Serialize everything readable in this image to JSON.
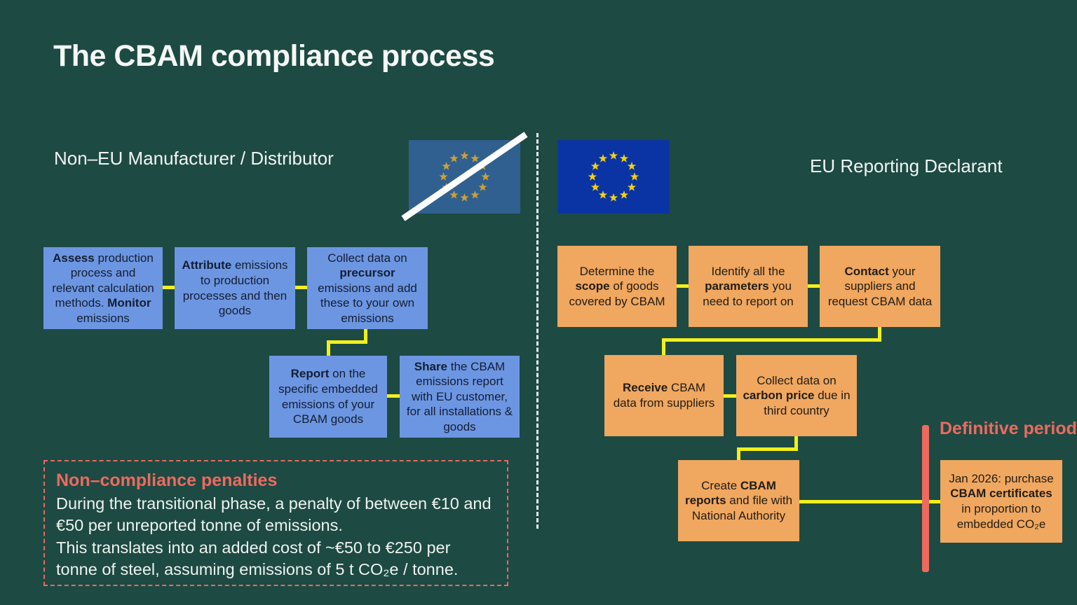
{
  "title": "The CBAM compliance process",
  "left_section": {
    "header": "Non–EU Manufacturer / Distributor",
    "flag": "eu-flag-crossed",
    "boxes": [
      {
        "id": "assess",
        "parts": [
          {
            "t": "Assess",
            "b": true
          },
          {
            "t": " production process and relevant calculation methods. "
          },
          {
            "t": "Monitor",
            "b": true
          },
          {
            "t": " emissions"
          }
        ]
      },
      {
        "id": "attribute",
        "parts": [
          {
            "t": "Attribute",
            "b": true
          },
          {
            "t": " emissions to production processes and then goods"
          }
        ]
      },
      {
        "id": "precursor",
        "parts": [
          {
            "t": "Collect data on "
          },
          {
            "t": "precursor",
            "b": true
          },
          {
            "t": " emissions and add these to your own emissions"
          }
        ]
      },
      {
        "id": "report",
        "parts": [
          {
            "t": "Report",
            "b": true
          },
          {
            "t": " on the specific embedded emissions of your CBAM goods"
          }
        ]
      },
      {
        "id": "share",
        "parts": [
          {
            "t": "Share",
            "b": true
          },
          {
            "t": " the CBAM emissions report with EU customer, for all installations & goods"
          }
        ]
      }
    ],
    "penalties": {
      "title": "Non–compliance penalties",
      "line1": "During the transitional phase, a penalty of between €10 and €50 per unreported tonne of emissions.",
      "line2": "This translates into an added cost of ~€50 to €250 per tonne of steel, assuming emissions of 5 t CO₂e / tonne."
    }
  },
  "right_section": {
    "header": "EU Reporting Declarant",
    "flag": "eu-flag",
    "boxes": [
      {
        "id": "scope",
        "parts": [
          {
            "t": "Determine the "
          },
          {
            "t": "scope",
            "b": true
          },
          {
            "t": " of goods covered by CBAM"
          }
        ]
      },
      {
        "id": "parameters",
        "parts": [
          {
            "t": "Identify all the "
          },
          {
            "t": "parameters",
            "b": true
          },
          {
            "t": " you need to report on"
          }
        ]
      },
      {
        "id": "contact",
        "parts": [
          {
            "t": "Contact",
            "b": true
          },
          {
            "t": " your suppliers and request CBAM data"
          }
        ]
      },
      {
        "id": "receive",
        "parts": [
          {
            "t": "Receive",
            "b": true
          },
          {
            "t": " CBAM data from suppliers"
          }
        ]
      },
      {
        "id": "carbon-price",
        "parts": [
          {
            "t": "Collect data on "
          },
          {
            "t": "carbon price",
            "b": true
          },
          {
            "t": " due in third country"
          }
        ]
      },
      {
        "id": "create-reports",
        "parts": [
          {
            "t": "Create "
          },
          {
            "t": "CBAM reports",
            "b": true
          },
          {
            "t": " and file with National Authority"
          }
        ]
      },
      {
        "id": "certificates",
        "parts": [
          {
            "t": "Jan 2026: purchase "
          },
          {
            "t": "CBAM certificates",
            "b": true
          },
          {
            "t": " in proportion to embedded CO₂e"
          }
        ]
      }
    ],
    "definitive_period_label": "Definitive period"
  },
  "colors": {
    "background": "#1d4a43",
    "blue_box": "#6d96e2",
    "orange_box": "#f0a75f",
    "connector_yellow": "#f2ef1c",
    "accent_salmon": "#ee6a5e",
    "flag_muted_blue": "#30608f",
    "flag_muted_star": "#c9a13c",
    "flag_blue": "#0a34a4",
    "flag_star": "#f5d10c",
    "text_light": "#f2f6f4"
  }
}
